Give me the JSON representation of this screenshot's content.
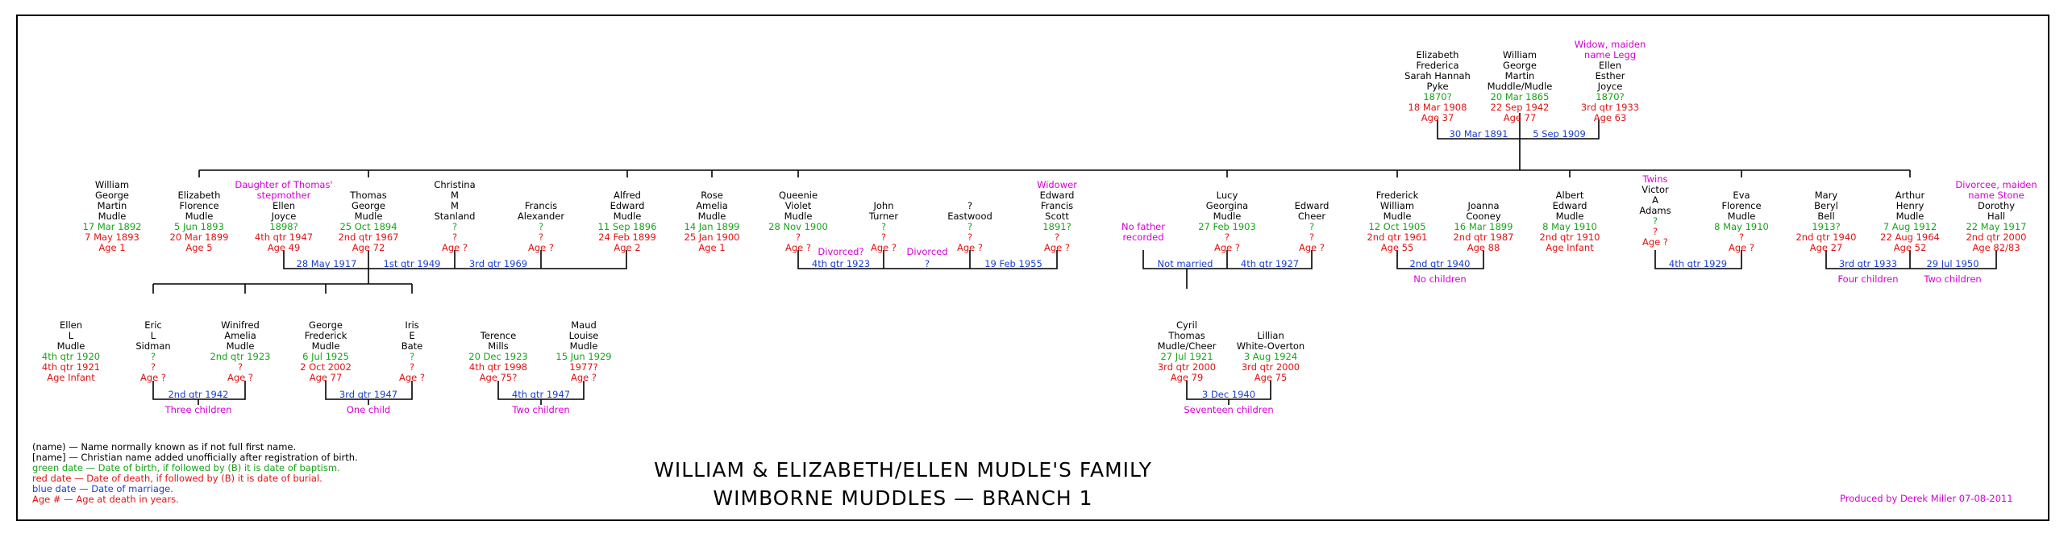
{
  "title": {
    "line1": "WILLIAM & ELIZABETH/ELLEN MUDLE'S FAMILY",
    "line2": "WIMBORNE MUDDLES — BRANCH 1"
  },
  "credit": "Produced by Derek Miller 07-08-2011",
  "legend": [
    {
      "text": "(name) — Name normally known as if not full first name.",
      "color": "#000000"
    },
    {
      "text": "[name] — Christian name added unofficially after registration of birth.",
      "color": "#000000"
    },
    {
      "text": "green date — Date of birth, if followed by (B) it is date of baptism.",
      "color": "#1aa31a"
    },
    {
      "text": "red date — Date of death, if followed by (B) it is date of burial.",
      "color": "#e01515"
    },
    {
      "text": "blue date — Date of marriage.",
      "color": "#1a3fd0"
    },
    {
      "text": "Age # — Age at death in years.",
      "color": "#e01515"
    }
  ],
  "people": {
    "elizabeth_pyke": {
      "note": [],
      "name": [
        "Elizabeth",
        "Frederica",
        "Sarah Hannah",
        "Pyke"
      ],
      "birth": "1870?",
      "death": "18 Mar 1908",
      "age": "Age 37"
    },
    "william_mudle": {
      "note": [],
      "name": [
        "William",
        "George",
        "Martin",
        "Muddle/Mudle"
      ],
      "birth": "20 Mar 1865",
      "death": "22 Sep 1942",
      "age": "Age 77"
    },
    "ellen_joyce_sr": {
      "note": [
        "Widow, maiden",
        "name Legg"
      ],
      "name": [
        "Ellen",
        "Esther",
        "Joyce"
      ],
      "birth": "1870?",
      "death": "3rd qtr 1933",
      "age": "Age 63"
    },
    "william_g": {
      "note": [],
      "name": [
        "William",
        "George",
        "Martin",
        "Mudle"
      ],
      "birth": "17 Mar 1892",
      "death": "7 May 1893",
      "age": "Age 1"
    },
    "elizabeth_f": {
      "note": [],
      "name": [
        "Elizabeth",
        "Florence",
        "Mudle"
      ],
      "birth": "5 Jun 1893",
      "death": "20 Mar 1899",
      "age": "Age 5"
    },
    "ellen_joyce_jr": {
      "note": [
        "Daughter of Thomas'",
        "stepmother"
      ],
      "name": [
        "Ellen",
        "Joyce"
      ],
      "birth": "1898?",
      "death": "4th qtr 1947",
      "age": "Age 49"
    },
    "thomas": {
      "note": [],
      "name": [
        "Thomas",
        "George",
        "Mudle"
      ],
      "birth": "25 Oct 1894",
      "death": "2nd qtr 1967",
      "age": "Age 72"
    },
    "christina": {
      "note": [],
      "name": [
        "Christina",
        "M",
        "M",
        "Stanland"
      ],
      "birth": "?",
      "death": "?",
      "age": "Age ?"
    },
    "francis": {
      "note": [],
      "name": [
        "Francis",
        "Alexander"
      ],
      "birth": "?",
      "death": "?",
      "age": "Age ?"
    },
    "alfred": {
      "note": [],
      "name": [
        "Alfred",
        "Edward",
        "Mudle"
      ],
      "birth": "11 Sep 1896",
      "death": "24 Feb 1899",
      "age": "Age 2"
    },
    "rose": {
      "note": [],
      "name": [
        "Rose",
        "Amelia",
        "Mudle"
      ],
      "birth": "14 Jan 1899",
      "death": "25 Jan 1900",
      "age": "Age 1"
    },
    "queenie": {
      "note": [],
      "name": [
        "Queenie",
        "Violet",
        "Mudle"
      ],
      "birth": "28 Nov 1900",
      "death": "?",
      "age": "Age ?"
    },
    "john_turner": {
      "note": [],
      "name": [
        "John",
        "Turner"
      ],
      "birth": "?",
      "death": "?",
      "age": "Age ?"
    },
    "eastwood": {
      "note": [],
      "name": [
        "?",
        "Eastwood"
      ],
      "birth": "?",
      "death": "?",
      "age": "Age ?"
    },
    "edward_scott": {
      "note": [
        "Widower"
      ],
      "name": [
        "Edward",
        "Francis",
        "Scott"
      ],
      "birth": "1891?",
      "death": "?",
      "age": "Age ?"
    },
    "lucy": {
      "note": [],
      "name": [
        "Lucy",
        "Georgina",
        "Mudle"
      ],
      "birth": "27 Feb 1903",
      "death": "?",
      "age": "Age ?"
    },
    "edward_cheer": {
      "note": [],
      "name": [
        "Edward",
        "Cheer"
      ],
      "birth": "?",
      "death": "?",
      "age": "Age ?"
    },
    "frederick": {
      "note": [],
      "name": [
        "Frederick",
        "William",
        "Mudle"
      ],
      "birth": "12 Oct 1905",
      "death": "2nd qtr 1961",
      "age": "Age 55"
    },
    "joanna": {
      "note": [],
      "name": [
        "Joanna",
        "Cooney"
      ],
      "birth": "16 Mar 1899",
      "death": "2nd qtr 1987",
      "age": "Age 88"
    },
    "albert": {
      "note": [],
      "name": [
        "Albert",
        "Edward",
        "Mudle"
      ],
      "birth": "8 May 1910",
      "death": "2nd qtr 1910",
      "age": "Age Infant"
    },
    "victor": {
      "note": [
        "Twins"
      ],
      "name": [
        "Victor",
        "A",
        "Adams"
      ],
      "birth": "?",
      "death": "?",
      "age": "Age ?"
    },
    "eva": {
      "note": [],
      "name": [
        "Eva",
        "Florence",
        "Mudle"
      ],
      "birth": "8 May 1910",
      "death": "?",
      "age": "Age ?"
    },
    "mary": {
      "note": [],
      "name": [
        "Mary",
        "Beryl",
        "Bell"
      ],
      "birth": "1913?",
      "death": "2nd qtr 1940",
      "age": "Age 27"
    },
    "arthur": {
      "note": [],
      "name": [
        "Arthur",
        "Henry",
        "Mudle"
      ],
      "birth": "7 Aug 1912",
      "death": "22 Aug 1964",
      "age": "Age 52"
    },
    "dorothy": {
      "note": [
        "Divorcee, maiden",
        "name Stone"
      ],
      "name": [
        "Dorothy",
        "Hall"
      ],
      "birth": "22 May 1917",
      "death": "2nd qtr 2000",
      "age": "Age 82/83"
    },
    "ellen_l": {
      "note": [],
      "name": [
        "Ellen",
        "L",
        "Mudle"
      ],
      "birth": "4th qtr 1920",
      "death": "4th qtr 1921",
      "age": "Age Infant"
    },
    "eric": {
      "note": [],
      "name": [
        "Eric",
        "L",
        "Sidman"
      ],
      "birth": "?",
      "death": "?",
      "age": "Age ?"
    },
    "winifred": {
      "note": [],
      "name": [
        "Winifred",
        "Amelia",
        "Mudle"
      ],
      "birth": "2nd qtr 1923",
      "death": "?",
      "age": "Age ?"
    },
    "george_f": {
      "note": [],
      "name": [
        "George",
        "Frederick",
        "Mudle"
      ],
      "birth": "6 Jul 1925",
      "death": "2 Oct 2002",
      "age": "Age 77"
    },
    "iris": {
      "note": [],
      "name": [
        "Iris",
        "E",
        "Bate"
      ],
      "birth": "?",
      "death": "?",
      "age": "Age ?"
    },
    "terence": {
      "note": [],
      "name": [
        "Terence",
        "Mills"
      ],
      "birth": "20 Dec 1923",
      "death": "4th qtr 1998",
      "age": "Age 75?"
    },
    "maud": {
      "note": [],
      "name": [
        "Maud",
        "Louise",
        "Mudle"
      ],
      "birth": "15 Jun 1929",
      "death": "1977?",
      "age": "Age ?"
    },
    "cyril": {
      "note": [],
      "name": [
        "Cyril",
        "Thomas",
        "Mudle/Cheer"
      ],
      "birth": "27 Jul 1921",
      "death": "3rd qtr 2000",
      "age": "Age 79"
    },
    "lillian": {
      "note": [],
      "name": [
        "Lillian",
        "White-Overton"
      ],
      "birth": "3 Aug 1924",
      "death": "3rd qtr 2000",
      "age": "Age 75"
    }
  },
  "marriages": {
    "m_pyke": "30 Mar 1891",
    "m_joyce_sr": "5 Sep 1909",
    "m_thomas_ellen": "28 May 1917",
    "m_thomas_christina": "1st qtr 1949",
    "m_christina_francis": "3rd qtr 1969",
    "m_queenie_turner": "4th qtr 1923",
    "m_queenie_eastwood": "?",
    "m_queenie_scott": "19 Feb 1955",
    "m_lucy_nofather": "Not married",
    "m_lucy_cheer": "4th qtr 1927",
    "m_fred_joanna": "2nd qtr 1940",
    "m_victor_eva": "4th qtr 1929",
    "m_mary_arthur": "3rd qtr 1933",
    "m_arthur_dorothy": "29 Jul 1950",
    "m_eric_winifred": "2nd qtr 1942",
    "m_george_iris": "3rd qtr 1947",
    "m_terence_maud": "4th qtr 1947",
    "m_cyril_lillian": "3 Dec 1940"
  },
  "notes": {
    "divorced1": "Divorced?",
    "divorced2": "Divorced",
    "no_father": [
      "No father",
      "recorded"
    ]
  },
  "children_notes": {
    "fred": "No children",
    "mary_arthur": "Four children",
    "arthur_dorothy": "Two children",
    "eric_winifred": "Three children",
    "george_iris": "One child",
    "terence_maud": "Two children",
    "cyril_lillian": "Seventeen children"
  },
  "colors": {
    "name": "#000000",
    "note": "#d400d4",
    "birth": "#1aa31a",
    "death": "#e01515",
    "marriage": "#1a3fd0"
  }
}
